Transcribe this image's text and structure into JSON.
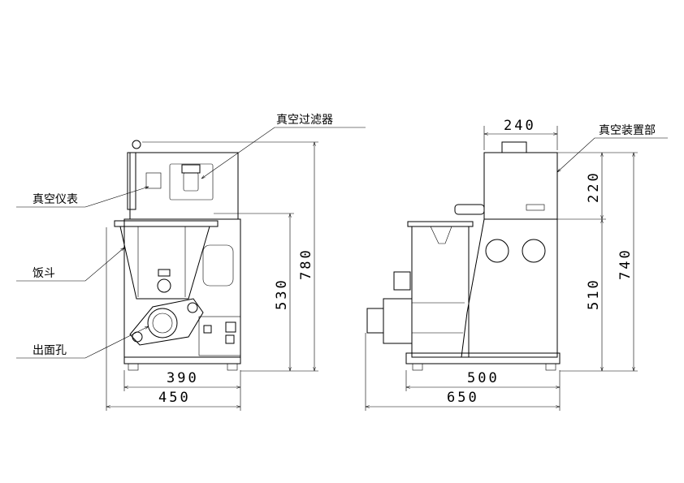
{
  "labels": {
    "vacuum_filter": "真空过滤器",
    "vacuum_gauge": "真空仪表",
    "hopper": "饭斗",
    "noodle_outlet": "出面孔",
    "vacuum_unit": "真空装置部"
  },
  "front_view": {
    "width_inner": "390",
    "width_total": "450",
    "height_body": "530",
    "height_total": "780"
  },
  "side_view": {
    "width_top": "240",
    "width_inner": "500",
    "width_total": "650",
    "height_upper": "220",
    "height_body": "510",
    "height_total": "740"
  }
}
